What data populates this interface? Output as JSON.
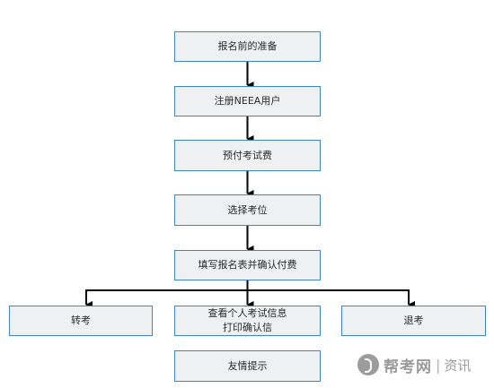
{
  "flowchart": {
    "step1": "报名前的准备",
    "step2": "注册NEEA用户",
    "step3": "预付考试费",
    "step4": "选择考位",
    "step5": "填写报名表并确认付费",
    "left_branch": "转考",
    "center_branch_line1": "查看个人考试信息",
    "center_branch_line2": "打印确认信",
    "right_branch": "退考",
    "final_step": "友情提示"
  },
  "colors": {
    "node_fill": "#eef0f1",
    "node_border": "#3f84c4",
    "connector": "#000000"
  },
  "watermark": {
    "icon": "bangkao-logo-icon",
    "brand": "帮考网",
    "separator": "|",
    "suffix": "资讯"
  }
}
